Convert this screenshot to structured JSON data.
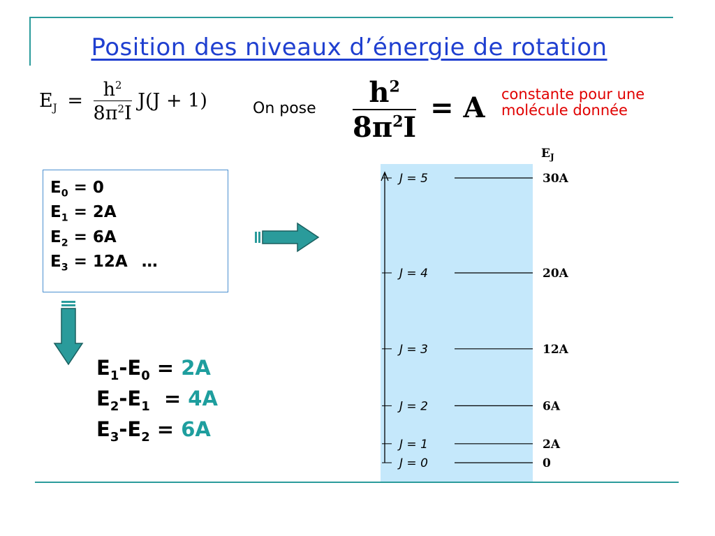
{
  "slide": {
    "title": "Position des niveaux d’énergie de rotation",
    "formula": {
      "lhs": "E",
      "lhs_sub": "J",
      "eq": "=",
      "num": "h",
      "num_sup": "2",
      "den_a": "8π",
      "den_sup": "2",
      "den_b": "I",
      "tail": "J(J + 1)"
    },
    "on_pose": "On pose",
    "constant_def": {
      "num": "h",
      "num_sup": "2",
      "den_a": "8π",
      "den_sup": "2",
      "den_b": "I",
      "eq": "= A"
    },
    "constant_note": [
      "constante pour une",
      "molécule donnée"
    ],
    "levels_box": [
      {
        "sym": "E",
        "sub": "0",
        "val": " = 0"
      },
      {
        "sym": "E",
        "sub": "1",
        "val": " = 2A"
      },
      {
        "sym": "E",
        "sub": "2",
        "val": " = 6A"
      },
      {
        "sym": "E",
        "sub": "3",
        "val": " = 12A"
      }
    ],
    "levels_box_ellipsis": "…",
    "differences": [
      {
        "a": "E",
        "as": "1",
        "b": "-E",
        "bs": "0",
        "eq": " = ",
        "val": "2A"
      },
      {
        "a": "E",
        "as": "2",
        "b": "-E",
        "bs": "1",
        "eq": "  = ",
        "val": "4A"
      },
      {
        "a": "E",
        "as": "3",
        "b": "-E",
        "bs": "2",
        "eq": " = ",
        "val": "6A"
      }
    ],
    "colors": {
      "title": "#1f3fd0",
      "rules": "#2a9b9b",
      "accent_teal": "#1e9e9e",
      "constant_note": "#e00000",
      "diagram_fill": "#c5e8fb",
      "arrow": "#2a9b9b"
    }
  },
  "chart_data": {
    "type": "energy-level-diagram",
    "axis_label": "E",
    "axis_label_sub": "J",
    "ylim": [
      0,
      30
    ],
    "levels": [
      {
        "label": "J = 0",
        "value": 0,
        "value_label": "0"
      },
      {
        "label": "J = 1",
        "value": 2,
        "value_label": "2A"
      },
      {
        "label": "J = 2",
        "value": 6,
        "value_label": "6A"
      },
      {
        "label": "J = 3",
        "value": 12,
        "value_label": "12A"
      },
      {
        "label": "J = 4",
        "value": 20,
        "value_label": "20A"
      },
      {
        "label": "J = 5",
        "value": 30,
        "value_label": "30A"
      }
    ],
    "grid": false
  }
}
